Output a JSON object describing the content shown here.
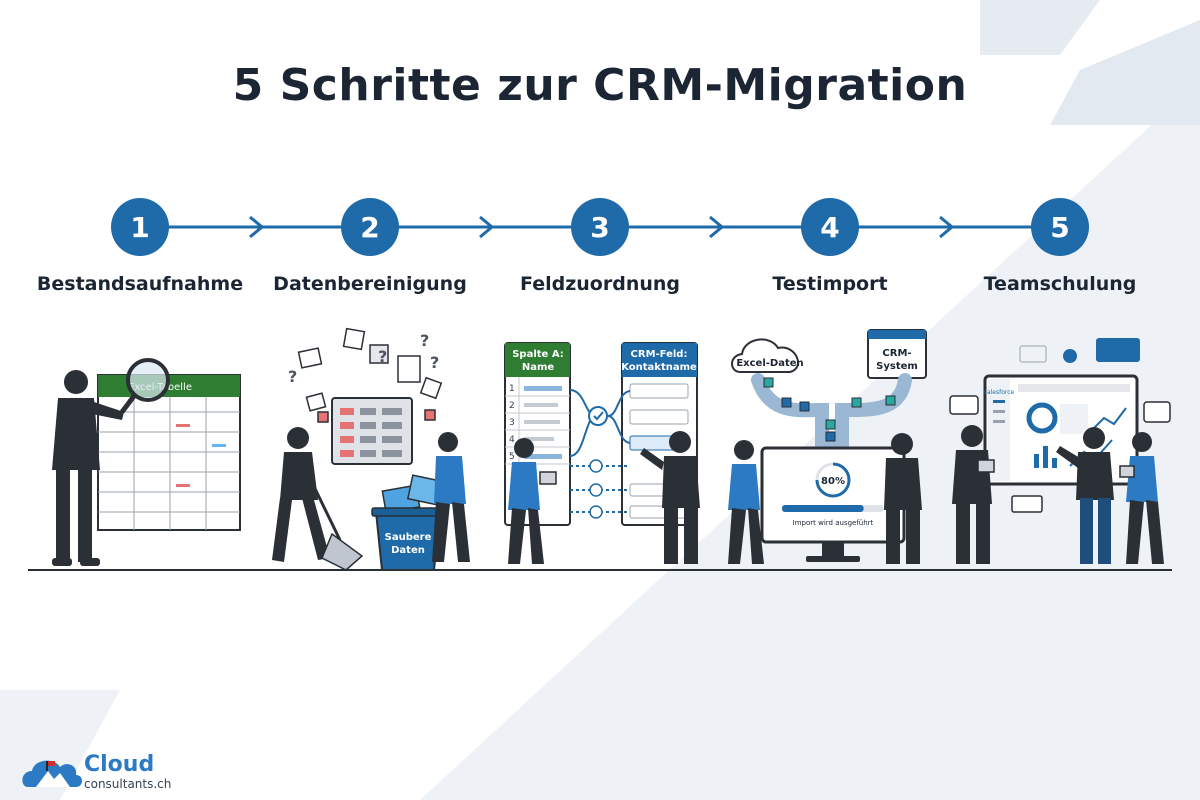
{
  "title": "5 Schritte zur CRM-Migration",
  "steps": [
    {
      "number": "1",
      "label": "Bestandsaufnahme"
    },
    {
      "number": "2",
      "label": "Datenbereinigung"
    },
    {
      "number": "3",
      "label": "Feldzuordnung"
    },
    {
      "number": "4",
      "label": "Testimport"
    },
    {
      "number": "5",
      "label": "Teamschulung"
    }
  ],
  "scene1": {
    "sheet_title": "Excel-Tabelle"
  },
  "scene2": {
    "bin_label_1": "Saubere",
    "bin_label_2": "Daten"
  },
  "scene3": {
    "left_header_1": "Spalte A:",
    "left_header_2": "Name",
    "right_header_1": "CRM-Feld:",
    "right_header_2": "Kontaktname",
    "row_numbers": [
      "1",
      "2",
      "3",
      "4",
      "5"
    ]
  },
  "scene4": {
    "source_label": "Excel-Daten",
    "target_label_1": "CRM-",
    "target_label_2": "System",
    "progress_text": "80%",
    "progress_value": 0.8,
    "status_text": "Import wird ausgeführt"
  },
  "scene5": {
    "screen_brand": "salesforce"
  },
  "brand": {
    "name": "Cloud",
    "domain": "consultants.ch"
  },
  "colors": {
    "accent": "#1f6aa8",
    "title": "#1c2533",
    "green": "#2e7d32",
    "logo": "#2c7ac4",
    "dark": "#2b2f36"
  }
}
